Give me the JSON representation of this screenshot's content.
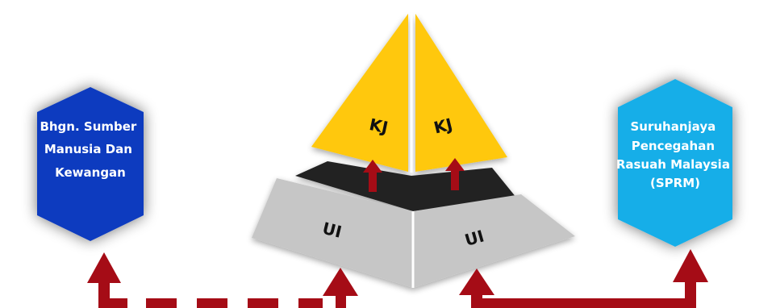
{
  "left_node": {
    "lines": [
      "Bhgn. Sumber",
      "Manusia Dan",
      "Kewangan"
    ],
    "color": "#0a3bbf"
  },
  "right_node": {
    "lines": [
      "Suruhanjaya",
      "Pencegahan",
      "Rasuah Malaysia",
      "(SPRM)"
    ],
    "color": "#18aee8"
  },
  "pyramid": {
    "top_left_label": "KJ",
    "top_right_label": "KJ",
    "bottom_left_label": "UI",
    "bottom_right_label": "UI",
    "top_color": "#ffc80a",
    "bottom_color": "#c6c6c6",
    "middle_color": "#242424"
  },
  "connectors": {
    "left": "dashed",
    "right": "solid",
    "color": "#a50c16"
  }
}
